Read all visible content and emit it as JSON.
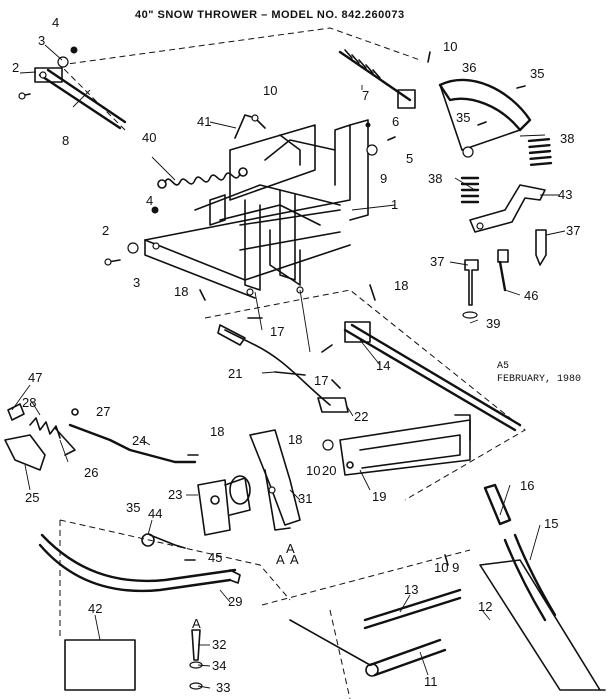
{
  "title": "40\" SNOW THROWER – MODEL NO. 842.260073",
  "note_code": "A5",
  "note_date": "FEBRUARY, 1980",
  "callouts": [
    "1",
    "2",
    "3",
    "4",
    "5",
    "6",
    "7",
    "8",
    "9",
    "10",
    "11",
    "12",
    "13",
    "14",
    "15",
    "16",
    "17",
    "18",
    "19",
    "20",
    "21",
    "22",
    "23",
    "24",
    "25",
    "26",
    "27",
    "28",
    "29",
    "31",
    "32",
    "33",
    "34",
    "35",
    "36",
    "37",
    "38",
    "39",
    "40",
    "41",
    "42",
    "43",
    "44",
    "45",
    "46",
    "47",
    "A"
  ],
  "label_map": {
    "l1": "1",
    "l2a": "2",
    "l2b": "2",
    "l3a": "3",
    "l3b": "3",
    "l4a": "4",
    "l4b": "4",
    "l5": "5",
    "l6": "6",
    "l7": "7",
    "l8": "8",
    "l9": "9",
    "l10a": "10",
    "l10b": "10",
    "l10c": "10",
    "l10d": "10 9",
    "l11": "11",
    "l12": "12",
    "l13": "13",
    "l14": "14",
    "l15": "15",
    "l16": "16",
    "l17a": "17",
    "l17b": "17",
    "l18a": "18",
    "l18b": "18",
    "l18c": "18",
    "l18d": "18",
    "l19": "19",
    "l20": "20",
    "l21": "21",
    "l22": "22",
    "l23": "23",
    "l24": "24",
    "l25": "25",
    "l26": "26",
    "l27": "27",
    "l28": "28",
    "l29": "29",
    "l31": "31",
    "l32": "32",
    "l33": "33",
    "l34": "34",
    "l35a": "35",
    "l35b": "35",
    "l35c": "35",
    "l36": "36",
    "l37a": "37",
    "l37b": "37",
    "l38a": "38",
    "l38b": "38",
    "l39": "39",
    "l40": "40",
    "l41": "41",
    "l42": "42",
    "l43": "43",
    "l44": "44",
    "l45": "45",
    "l46": "46",
    "l47": "47",
    "lA1": "A",
    "lA2": "A",
    "lA3": "A",
    "lA4": "A"
  }
}
